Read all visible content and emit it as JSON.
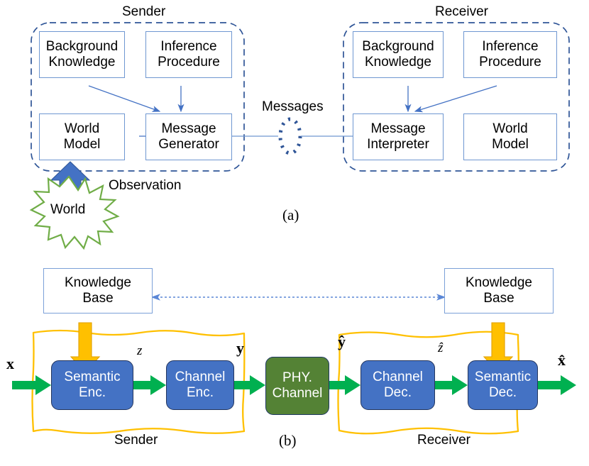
{
  "figure": {
    "panels": [
      {
        "id": "a",
        "caption": "(a)",
        "sender": {
          "title": "Sender",
          "blocks": [
            {
              "key": "background_knowledge",
              "label": "Background\nKnowledge"
            },
            {
              "key": "inference_procedure",
              "label": "Inference\nProcedure"
            },
            {
              "key": "world_model",
              "label": "World\nModel"
            },
            {
              "key": "message_generator",
              "label": "Message\nGenerator"
            }
          ]
        },
        "receiver": {
          "title": "Receiver",
          "blocks": [
            {
              "key": "background_knowledge",
              "label": "Background\nKnowledge"
            },
            {
              "key": "inference_procedure",
              "label": "Inference\nProcedure"
            },
            {
              "key": "message_interpreter",
              "label": "Message\nInterpreter"
            },
            {
              "key": "world_model",
              "label": "World\nModel"
            }
          ]
        },
        "channel_label": "Messages",
        "world_label": "World",
        "observation_label": "Observation"
      },
      {
        "id": "b",
        "caption": "(b)",
        "sender_label": "Sender",
        "receiver_label": "Receiver",
        "blocks": [
          {
            "key": "knowledge_base_tx",
            "label": "Knowledge\nBase"
          },
          {
            "key": "knowledge_base_rx",
            "label": "Knowledge\nBase"
          },
          {
            "key": "semantic_encoder",
            "label": "Semantic\nEnc."
          },
          {
            "key": "channel_encoder",
            "label": "Channel\nEnc."
          },
          {
            "key": "phy_channel",
            "label": "PHY.\nChannel"
          },
          {
            "key": "channel_decoder",
            "label": "Channel\nDec."
          },
          {
            "key": "semantic_decoder",
            "label": "Semantic\nDec."
          }
        ],
        "signals": [
          {
            "key": "x_in",
            "text": "x",
            "style": "bold"
          },
          {
            "key": "z",
            "text": "z",
            "style": "italic"
          },
          {
            "key": "y",
            "text": "y",
            "style": "bold"
          },
          {
            "key": "y_hat",
            "text": "ŷ",
            "style": "bold"
          },
          {
            "key": "z_hat",
            "text": "ẑ",
            "style": "italic"
          },
          {
            "key": "x_hat_out",
            "text": "x̂",
            "style": "bold"
          }
        ]
      }
    ],
    "colors": {
      "outline_blue": "#6f97d1",
      "process_blue": "#4472c4",
      "phy_green": "#548235",
      "flow_green": "#00b050",
      "world_green": "#70ad47",
      "knowledge_yellow": "#ffc000",
      "scribble_yellow": "#ffc000",
      "arrow_blue": "#4472c4"
    }
  }
}
